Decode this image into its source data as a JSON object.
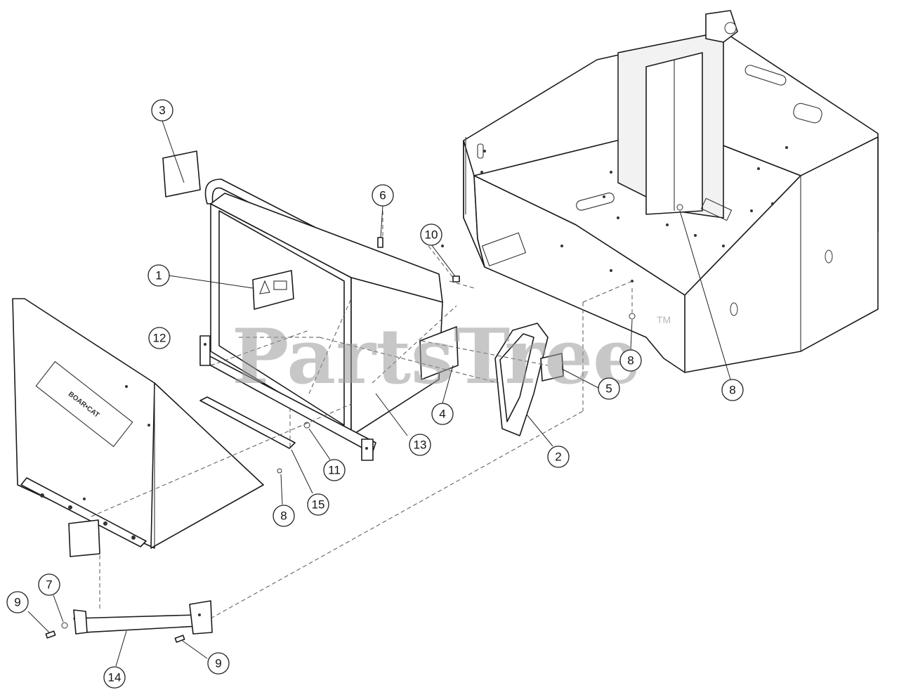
{
  "watermark": {
    "text": "PartsTree",
    "trademark": "TM"
  },
  "decal": {
    "brand": "BOAR•CAT"
  },
  "callouts": [
    {
      "id": "c3",
      "label": "3"
    },
    {
      "id": "c6",
      "label": "6"
    },
    {
      "id": "c10",
      "label": "10"
    },
    {
      "id": "c1",
      "label": "1"
    },
    {
      "id": "c12",
      "label": "12"
    },
    {
      "id": "c4",
      "label": "4"
    },
    {
      "id": "c5",
      "label": "5"
    },
    {
      "id": "c2",
      "label": "2"
    },
    {
      "id": "c13",
      "label": "13"
    },
    {
      "id": "c11",
      "label": "11"
    },
    {
      "id": "c15",
      "label": "15"
    },
    {
      "id": "c8a",
      "label": "8"
    },
    {
      "id": "c8b",
      "label": "8"
    },
    {
      "id": "c8c",
      "label": "8"
    },
    {
      "id": "c7",
      "label": "7"
    },
    {
      "id": "c9a",
      "label": "9"
    },
    {
      "id": "c9b",
      "label": "9"
    },
    {
      "id": "c14",
      "label": "14"
    }
  ]
}
